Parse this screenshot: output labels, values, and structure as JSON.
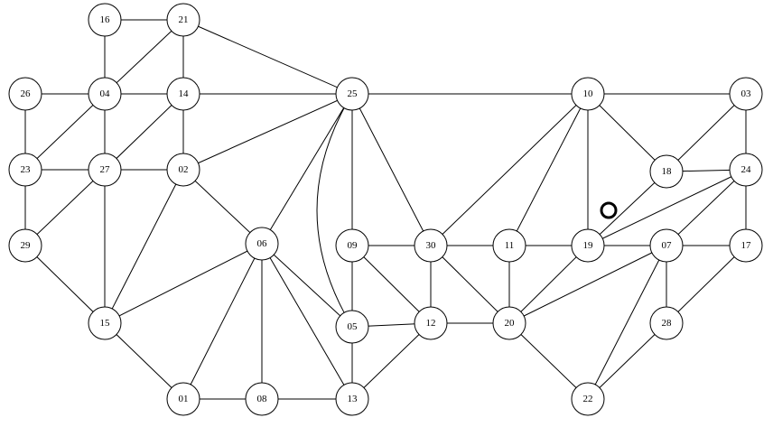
{
  "graph": {
    "nodes": [
      "01",
      "02",
      "03",
      "04",
      "05",
      "06",
      "07",
      "08",
      "09",
      "10",
      "11",
      "12",
      "13",
      "14",
      "15",
      "16",
      "17",
      "18",
      "19",
      "20",
      "21",
      "22",
      "23",
      "24",
      "25",
      "26",
      "27",
      "28",
      "29",
      "30"
    ],
    "edges": [
      [
        "16",
        "21"
      ],
      [
        "16",
        "04"
      ],
      [
        "21",
        "04"
      ],
      [
        "21",
        "14"
      ],
      [
        "21",
        "25"
      ],
      [
        "26",
        "04"
      ],
      [
        "04",
        "14"
      ],
      [
        "14",
        "25"
      ],
      [
        "25",
        "10"
      ],
      [
        "10",
        "03"
      ],
      [
        "26",
        "23"
      ],
      [
        "04",
        "23"
      ],
      [
        "04",
        "27"
      ],
      [
        "14",
        "27"
      ],
      [
        "14",
        "02"
      ],
      [
        "23",
        "27"
      ],
      [
        "27",
        "02"
      ],
      [
        "02",
        "25"
      ],
      [
        "23",
        "29"
      ],
      [
        "29",
        "27"
      ],
      [
        "29",
        "15"
      ],
      [
        "27",
        "15"
      ],
      [
        "02",
        "15"
      ],
      [
        "02",
        "06"
      ],
      [
        "06",
        "25"
      ],
      [
        "25",
        "09"
      ],
      [
        "25",
        "30"
      ],
      [
        "25",
        "05"
      ],
      [
        "10",
        "30"
      ],
      [
        "10",
        "11"
      ],
      [
        "10",
        "19"
      ],
      [
        "10",
        "18"
      ],
      [
        "03",
        "18"
      ],
      [
        "03",
        "24"
      ],
      [
        "18",
        "24"
      ],
      [
        "18",
        "19"
      ],
      [
        "24",
        "19"
      ],
      [
        "24",
        "07"
      ],
      [
        "24",
        "17"
      ],
      [
        "09",
        "30"
      ],
      [
        "30",
        "11"
      ],
      [
        "11",
        "19"
      ],
      [
        "19",
        "07"
      ],
      [
        "07",
        "17"
      ],
      [
        "06",
        "15"
      ],
      [
        "06",
        "05"
      ],
      [
        "06",
        "01"
      ],
      [
        "06",
        "08"
      ],
      [
        "06",
        "13"
      ],
      [
        "09",
        "05"
      ],
      [
        "09",
        "12"
      ],
      [
        "30",
        "12"
      ],
      [
        "30",
        "20"
      ],
      [
        "11",
        "20"
      ],
      [
        "19",
        "20"
      ],
      [
        "07",
        "20"
      ],
      [
        "07",
        "28"
      ],
      [
        "07",
        "22"
      ],
      [
        "17",
        "28"
      ],
      [
        "15",
        "01"
      ],
      [
        "05",
        "12"
      ],
      [
        "05",
        "13"
      ],
      [
        "12",
        "20"
      ],
      [
        "12",
        "13"
      ],
      [
        "20",
        "22"
      ],
      [
        "28",
        "22"
      ],
      [
        "01",
        "08"
      ],
      [
        "08",
        "13"
      ]
    ],
    "marker": "ring"
  }
}
